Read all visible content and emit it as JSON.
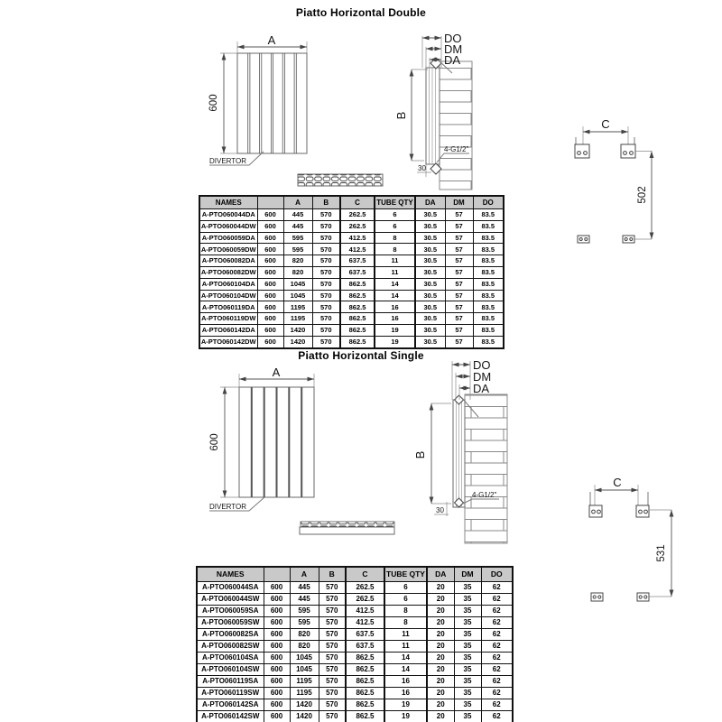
{
  "page": {
    "background": "#ffffff",
    "line_color": "#7a7a7a",
    "dimension_color": "#555555",
    "text_color": "#111111",
    "table_header_bg": "#c9c9c9"
  },
  "double": {
    "title": "Piatto Horizontal Double",
    "labels": {
      "width": "A",
      "height": "600",
      "divertor": "DIVERTOR",
      "depth_outer": "DO",
      "depth_mid": "DM",
      "depth_attach": "DA",
      "body": "B",
      "thread": "4-G1/2\"",
      "wall_offset": "30",
      "bracket_span": "C",
      "bracket_height": "502"
    },
    "table": {
      "headers": [
        "NAMES",
        "",
        "A",
        "B",
        "C",
        "TUBE QTY",
        "DA",
        "DM",
        "DO"
      ],
      "rows": [
        [
          "A-PTO060044DA",
          "600",
          "445",
          "570",
          "262.5",
          "6",
          "30.5",
          "57",
          "83.5"
        ],
        [
          "A-PTO060044DW",
          "600",
          "445",
          "570",
          "262.5",
          "6",
          "30.5",
          "57",
          "83.5"
        ],
        [
          "A-PTO060059DA",
          "600",
          "595",
          "570",
          "412.5",
          "8",
          "30.5",
          "57",
          "83.5"
        ],
        [
          "A-PTO060059DW",
          "600",
          "595",
          "570",
          "412.5",
          "8",
          "30.5",
          "57",
          "83.5"
        ],
        [
          "A-PTO060082DA",
          "600",
          "820",
          "570",
          "637.5",
          "11",
          "30.5",
          "57",
          "83.5"
        ],
        [
          "A-PTO060082DW",
          "600",
          "820",
          "570",
          "637.5",
          "11",
          "30.5",
          "57",
          "83.5"
        ],
        [
          "A-PTO060104DA",
          "600",
          "1045",
          "570",
          "862.5",
          "14",
          "30.5",
          "57",
          "83.5"
        ],
        [
          "A-PTO060104DW",
          "600",
          "1045",
          "570",
          "862.5",
          "14",
          "30.5",
          "57",
          "83.5"
        ],
        [
          "A-PTO060119DA",
          "600",
          "1195",
          "570",
          "862.5",
          "16",
          "30.5",
          "57",
          "83.5"
        ],
        [
          "A-PTO060119DW",
          "600",
          "1195",
          "570",
          "862.5",
          "16",
          "30.5",
          "57",
          "83.5"
        ],
        [
          "A-PTO060142DA",
          "600",
          "1420",
          "570",
          "862.5",
          "19",
          "30.5",
          "57",
          "83.5"
        ],
        [
          "A-PTO060142DW",
          "600",
          "1420",
          "570",
          "862.5",
          "19",
          "30.5",
          "57",
          "83.5"
        ]
      ]
    }
  },
  "single": {
    "title": "Piatto Horizontal Single",
    "labels": {
      "width": "A",
      "height": "600",
      "divertor": "DIVERTOR",
      "depth_outer": "DO",
      "depth_mid": "DM",
      "depth_attach": "DA",
      "body": "B",
      "thread": "4-G1/2\"",
      "wall_offset": "30",
      "bracket_span": "C",
      "bracket_height": "531"
    },
    "table": {
      "headers": [
        "NAMES",
        "",
        "A",
        "B",
        "C",
        "TUBE QTY",
        "DA",
        "DM",
        "DO"
      ],
      "rows": [
        [
          "A-PTO060044SA",
          "600",
          "445",
          "570",
          "262.5",
          "6",
          "20",
          "35",
          "62"
        ],
        [
          "A-PTO060044SW",
          "600",
          "445",
          "570",
          "262.5",
          "6",
          "20",
          "35",
          "62"
        ],
        [
          "A-PTO060059SA",
          "600",
          "595",
          "570",
          "412.5",
          "8",
          "20",
          "35",
          "62"
        ],
        [
          "A-PTO060059SW",
          "600",
          "595",
          "570",
          "412.5",
          "8",
          "20",
          "35",
          "62"
        ],
        [
          "A-PTO060082SA",
          "600",
          "820",
          "570",
          "637.5",
          "11",
          "20",
          "35",
          "62"
        ],
        [
          "A-PTO060082SW",
          "600",
          "820",
          "570",
          "637.5",
          "11",
          "20",
          "35",
          "62"
        ],
        [
          "A-PTO060104SA",
          "600",
          "1045",
          "570",
          "862.5",
          "14",
          "20",
          "35",
          "62"
        ],
        [
          "A-PTO060104SW",
          "600",
          "1045",
          "570",
          "862.5",
          "14",
          "20",
          "35",
          "62"
        ],
        [
          "A-PTO060119SA",
          "600",
          "1195",
          "570",
          "862.5",
          "16",
          "20",
          "35",
          "62"
        ],
        [
          "A-PTO060119SW",
          "600",
          "1195",
          "570",
          "862.5",
          "16",
          "20",
          "35",
          "62"
        ],
        [
          "A-PTO060142SA",
          "600",
          "1420",
          "570",
          "862.5",
          "19",
          "20",
          "35",
          "62"
        ],
        [
          "A-PTO060142SW",
          "600",
          "1420",
          "570",
          "862.5",
          "19",
          "20",
          "35",
          "62"
        ]
      ]
    }
  }
}
